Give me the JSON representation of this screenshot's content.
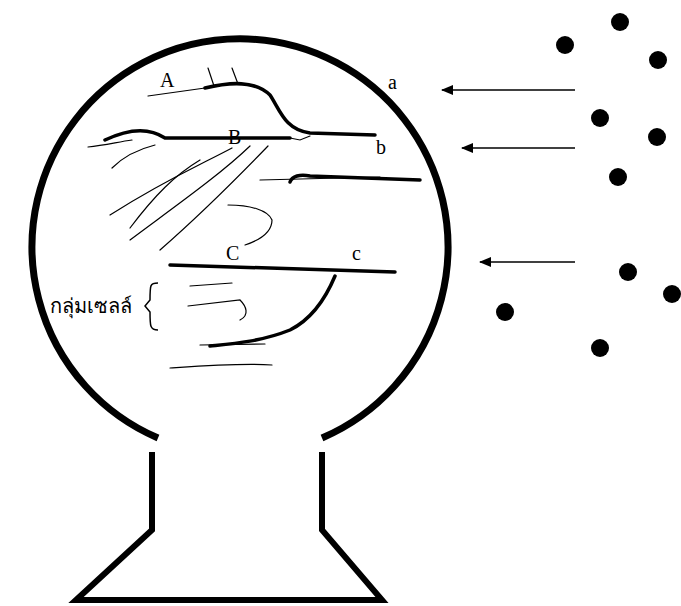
{
  "diagram": {
    "labels": [
      "A",
      "a",
      "B",
      "b",
      "C",
      "c",
      "กลุ่มเซลล์"
    ]
  }
}
